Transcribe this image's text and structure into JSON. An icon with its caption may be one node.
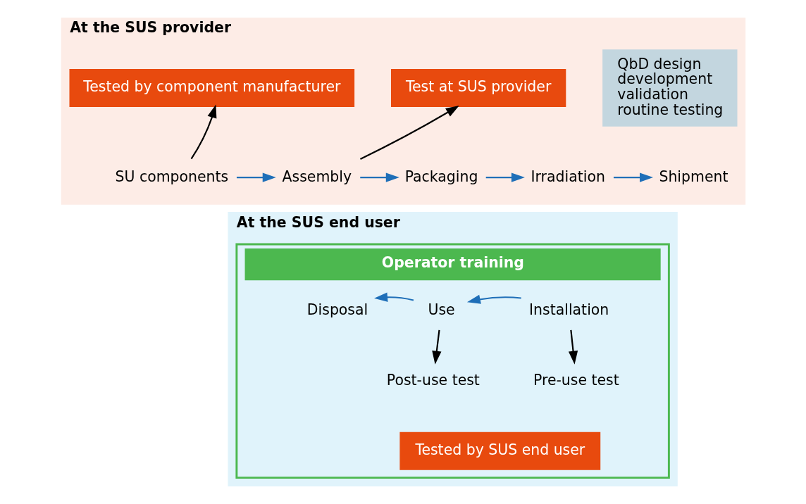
{
  "diagram": {
    "nodes": [
      {
        "text": [
          "At the SUS provider"
        ]
      },
      {
        "text": [
          "Tested by component manufacturer"
        ],
        "in": 0
      },
      {
        "text": [
          "Test at SUS provider"
        ],
        "in": 0
      },
      {
        "text": [
          "QbD design",
          "development",
          "validation",
          "routine testing"
        ],
        "in": 0
      },
      {
        "text": [
          "SU components"
        ],
        "in": 0
      },
      {
        "text": [
          "Assembly"
        ],
        "in": 0
      },
      {
        "text": [
          "Packaging"
        ],
        "in": 0
      },
      {
        "text": [
          "Irradiation"
        ],
        "in": 0
      },
      {
        "text": [
          "Shipment"
        ],
        "in": 0
      },
      {
        "text": [
          "At the SUS end user"
        ]
      },
      {
        "text": [
          "Operator training"
        ],
        "in": 9
      },
      {
        "text": [
          "Disposal"
        ],
        "in": 10
      },
      {
        "text": [
          "Use"
        ],
        "in": 10
      },
      {
        "text": [
          "Installation"
        ],
        "in": 10
      },
      {
        "text": [
          "Post-use test"
        ],
        "in": 10
      },
      {
        "text": [
          "Pre-use test"
        ],
        "in": 10
      },
      {
        "text": [
          "Tested by SUS end user"
        ],
        "in": 10
      }
    ],
    "edges": [
      {
        "from": 4,
        "to": 1,
        "arrow": "to",
        "color": "#000000"
      },
      {
        "from": 5,
        "to": 2,
        "arrow": "to",
        "color": "#000000"
      },
      {
        "from": 4,
        "to": 5,
        "arrow": "to"
      },
      {
        "from": 5,
        "to": 6,
        "arrow": "to"
      },
      {
        "from": 6,
        "to": 7,
        "arrow": "to"
      },
      {
        "from": 7,
        "to": 8,
        "arrow": "to"
      },
      {
        "from": 13,
        "to": 12,
        "arrow": "to"
      },
      {
        "from": 12,
        "to": 11,
        "arrow": "to"
      },
      {
        "from": 12,
        "to": 14,
        "arrow": "to",
        "color": "#000000"
      },
      {
        "from": 13,
        "to": 15,
        "arrow": "to",
        "color": "#000000"
      }
    ]
  }
}
